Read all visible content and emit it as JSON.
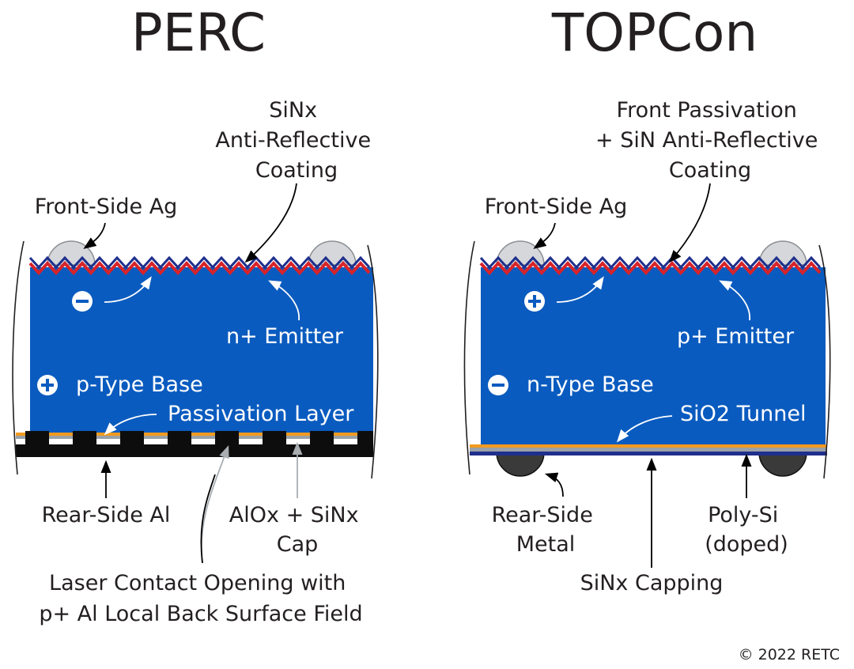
{
  "perc": {
    "title": "PERC",
    "arc_label": [
      "SiNx",
      "Anti-Reflective",
      "Coating"
    ],
    "front_ag": "Front-Side Ag",
    "emitter_sup": "+",
    "emitter": "n+ Emitter",
    "base": "p-Type Base",
    "passivation": "Passivation Layer",
    "rear_al": "Rear-Side Al",
    "alox": [
      "AlOx + SiNx",
      "Cap"
    ],
    "laser": [
      "Laser Contact Opening with",
      "p+ Al Local Back Surface Field"
    ],
    "minority_carrier": "electron",
    "base_carrier": "hole"
  },
  "topcon": {
    "title": "TOPCon",
    "arc_label": [
      "Front Passivation",
      "+ SiN Anti-Reflective",
      "Coating"
    ],
    "front_ag": "Front-Side Ag",
    "emitter": "p+ Emitter",
    "base": "n-Type Base",
    "tunnel": "SiO2 Tunnel",
    "rear_metal": [
      "Rear-Side",
      "Metal"
    ],
    "poly_si": [
      "Poly-Si",
      "(doped)"
    ],
    "sinx_capping": "SiNx Capping",
    "minority_carrier": "hole",
    "base_carrier": "electron"
  },
  "copyright": "© 2022 RETC",
  "colors": {
    "silicon_blue": "#0a5bbf",
    "emitter_red": "#d8232a",
    "arc_navy": "#1f2f8c",
    "silver": "#d5d7da",
    "orange": "#f39a1e",
    "gray_layer": "#9aa1a8",
    "rear_dark": "#222222"
  }
}
